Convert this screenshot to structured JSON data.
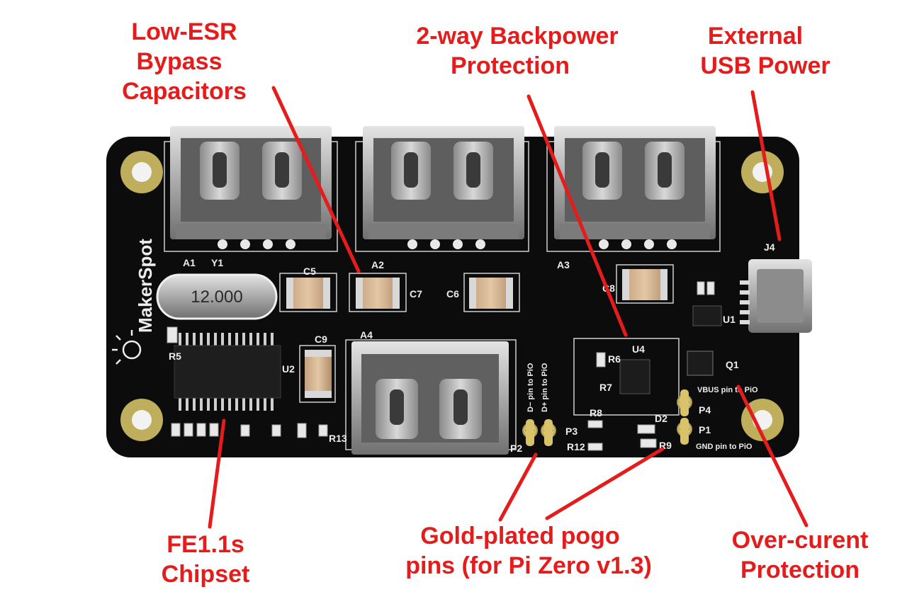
{
  "labels": {
    "bypass": [
      "Low-ESR",
      "Bypass",
      "Capacitors"
    ],
    "backpower": [
      "2-way Backpower",
      "Protection"
    ],
    "usb_power": [
      "External",
      "USB Power"
    ],
    "chipset": [
      "FE1.1s",
      "Chipset"
    ],
    "pogo": [
      "Gold-plated pogo",
      "pins (for Pi Zero v1.3)"
    ],
    "overcurrent": [
      "Over-curent",
      "Protection"
    ]
  },
  "board": {
    "brand": "MakerSpot",
    "crystal": "12.000",
    "silk": {
      "a1": "A1",
      "y1": "Y1",
      "a2": "A2",
      "a3": "A3",
      "a4": "A4",
      "c5": "C5",
      "c6": "C6",
      "c7": "C7",
      "c8": "C8",
      "c9": "C9",
      "j4": "J4",
      "u1": "U1",
      "u2": "U2",
      "u4": "U4",
      "q1": "Q1",
      "r5": "R5",
      "r6": "R6",
      "r7": "R7",
      "r8": "R8",
      "r9": "R9",
      "r12": "R12",
      "r13": "R13",
      "d2": "D2",
      "p1": "P1",
      "p2": "P2",
      "p3": "P3",
      "p4": "P4",
      "vbus": "VBUS pin to PiO",
      "gnd": "GND pin to PiO",
      "dminus": "D− pin to PiO",
      "dplus": "D+ pin to PiO"
    }
  },
  "colors": {
    "label": "#e41c1c",
    "pcb": "#0c0c0c",
    "gold": "#c8b560"
  }
}
